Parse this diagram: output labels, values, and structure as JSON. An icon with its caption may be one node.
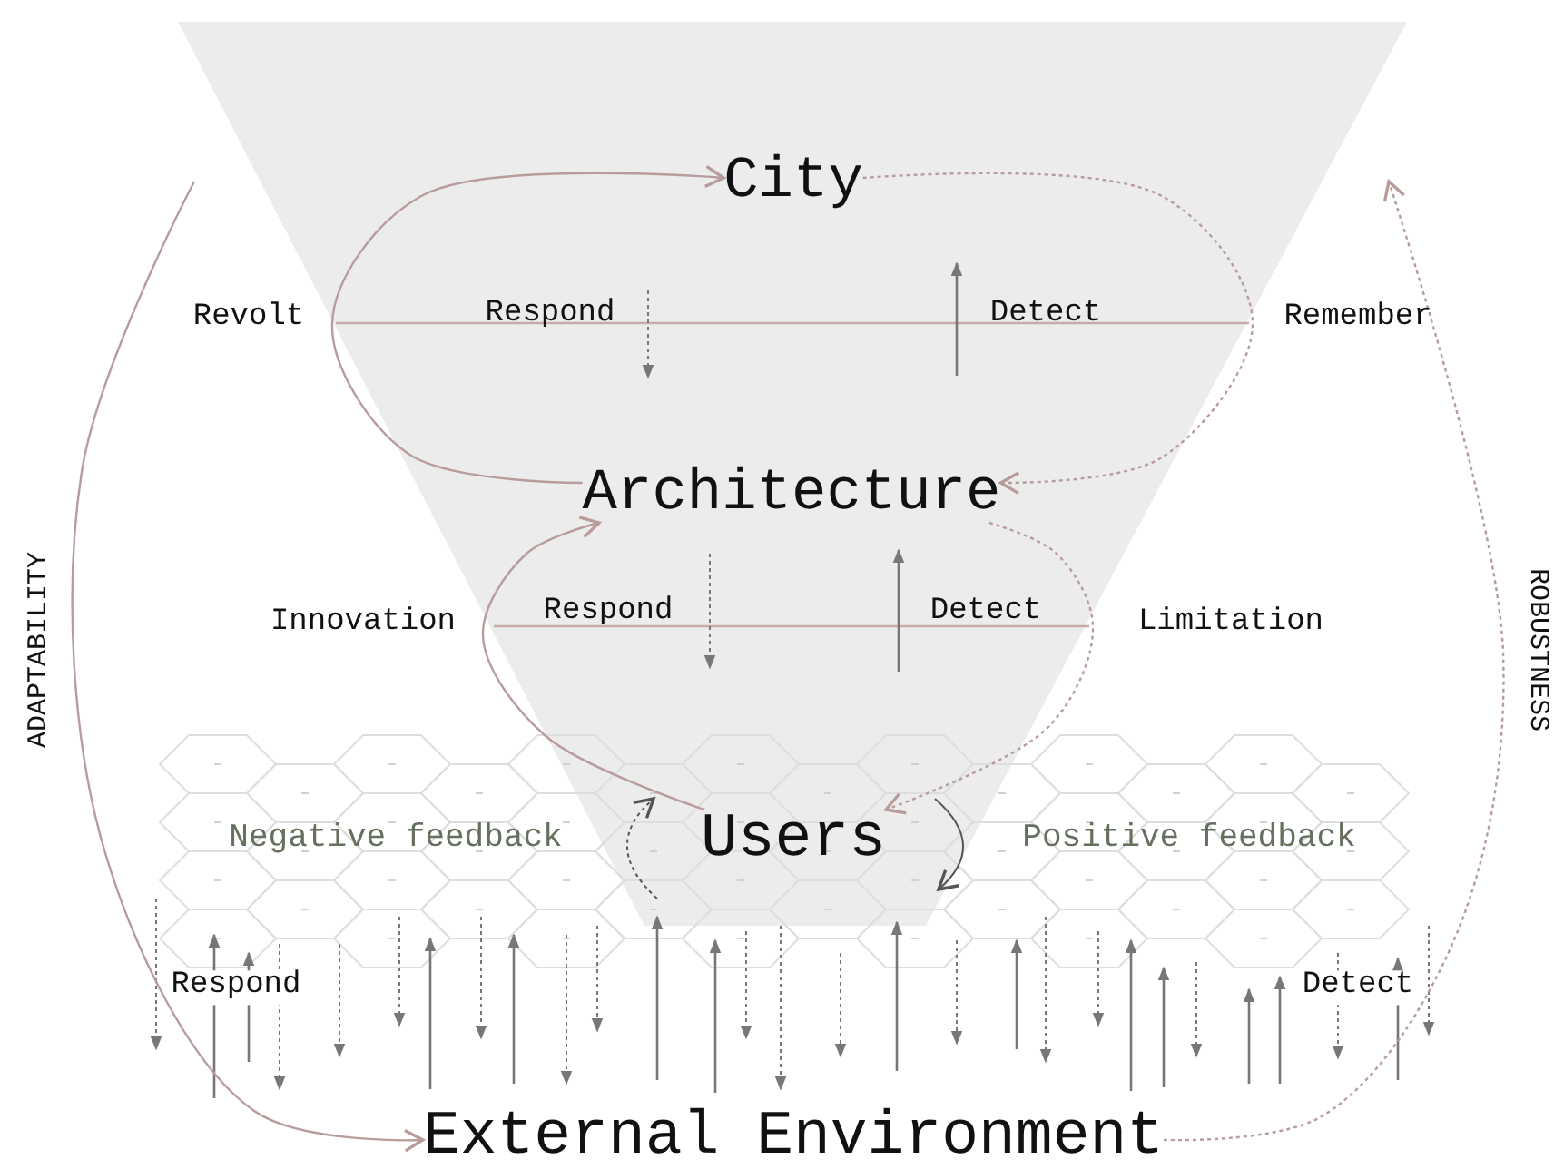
{
  "diagram": {
    "nodes": [
      {
        "text": [
          "City"
        ]
      },
      {
        "text": [
          "Architecture"
        ]
      },
      {
        "text": [
          "Users"
        ]
      },
      {
        "text": [
          "External Environment"
        ]
      }
    ],
    "edges": [
      {
        "from": 1,
        "to": 0,
        "arrow": "to",
        "label": "Revolt"
      },
      {
        "from": 0,
        "to": 1,
        "arrow": "to",
        "label": "Remember",
        "style": "dashed"
      },
      {
        "from": 2,
        "to": 1,
        "arrow": "to",
        "label": "Innovation"
      },
      {
        "from": 1,
        "to": 2,
        "arrow": "to",
        "label": "Limitation",
        "style": "dashed"
      },
      {
        "from": null,
        "to": 3,
        "arrow": "to",
        "label": "ADAPTABILITY"
      },
      {
        "from": 3,
        "to": null,
        "arrow": "to",
        "label": "ROBUSTNESS",
        "style": "dashed"
      }
    ],
    "labels": [
      "Respond",
      "Detect",
      "Respond",
      "Detect",
      "Negative feedback",
      "Positive feedback",
      "Respond",
      "Detect"
    ]
  }
}
